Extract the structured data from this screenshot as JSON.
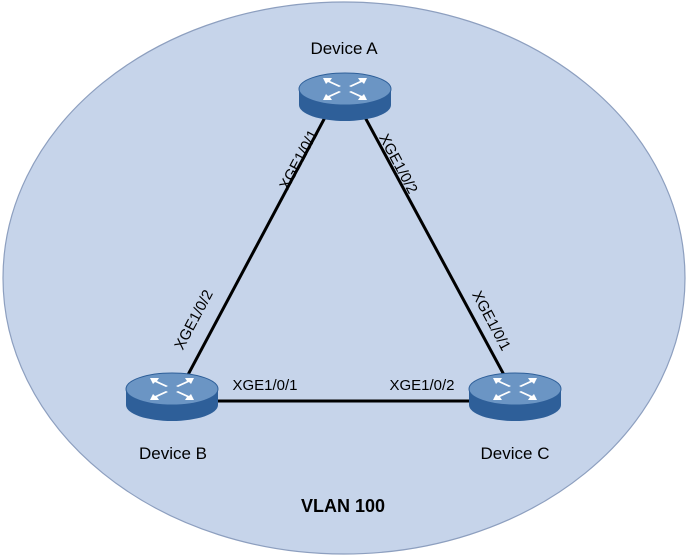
{
  "network": {
    "vlan_label": "VLAN 100",
    "colors": {
      "vlan_fill": "#c6d4ea",
      "vlan_stroke": "#8d9fbf",
      "link": "#000000",
      "device_top": "#6b95c4",
      "device_side": "#2e5f99",
      "device_arrow": "#ffffff"
    },
    "devices": {
      "a": {
        "name": "Device A",
        "icon": "switch-icon"
      },
      "b": {
        "name": "Device B",
        "icon": "switch-icon"
      },
      "c": {
        "name": "Device C",
        "icon": "switch-icon"
      }
    },
    "links": {
      "a_b": {
        "port_a": "XGE1/0/1",
        "port_b": "XGE1/0/2"
      },
      "a_c": {
        "port_a": "XGE1/0/2",
        "port_c": "XGE1/0/1"
      },
      "b_c": {
        "port_b": "XGE1/0/1",
        "port_c": "XGE1/0/2"
      }
    }
  }
}
